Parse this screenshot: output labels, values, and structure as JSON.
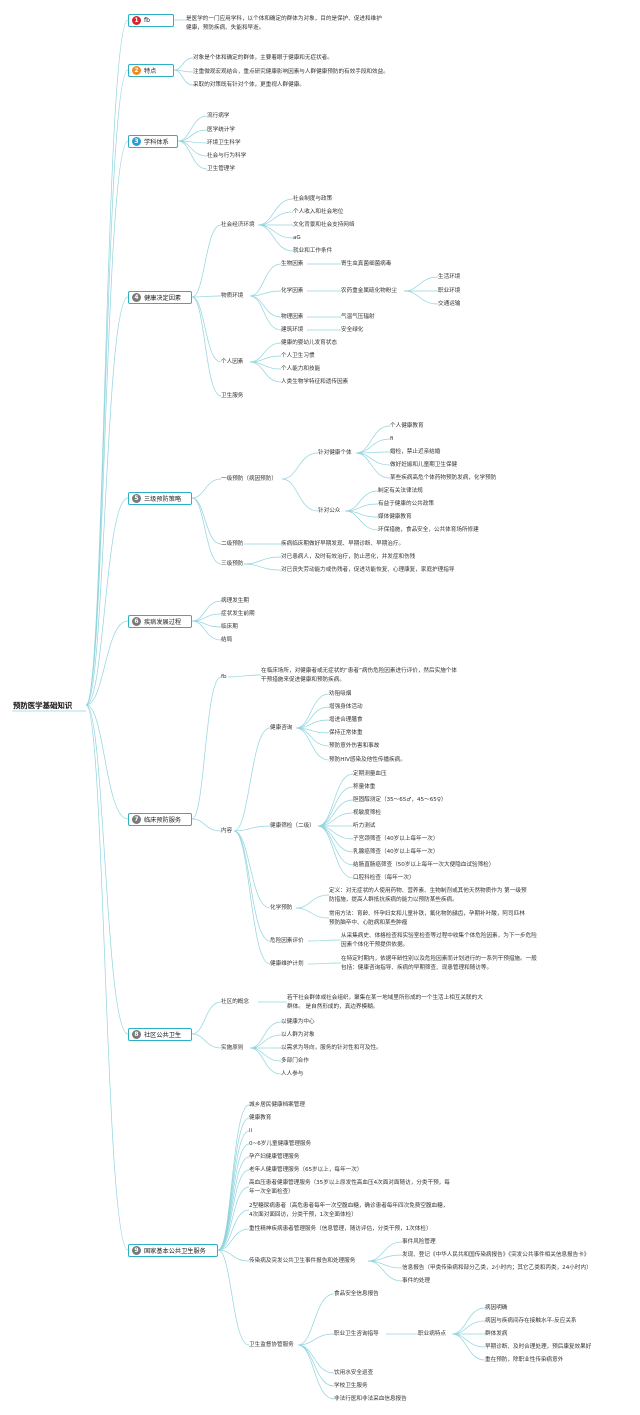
{
  "title": "预防医学基础知识",
  "colors": {
    "accent": "#2bb0c4",
    "line": "#8fd4de",
    "badge_red": "#d9262e",
    "badge_orange": "#f08a24",
    "badge_blue": "#2a9fd6",
    "badge_gray": "#7a7a7a"
  },
  "sections": {
    "s1": {
      "num": "1",
      "label": "fb",
      "text1": "是医学的一门应用学科，以个体和确定的群体为对象，目的是保护、促进和维护",
      "text2": "健康，预防疾病、失能和早逝。"
    },
    "s2": {
      "num": "2",
      "label": "特点",
      "items": [
        "对象是个体和确定的群体，主要着眼于健康和无症状者。",
        "注重微观宏观结合，重点研究健康影响因素与人群健康预防的有效手段和效益。",
        "采取的对策既有针对个体，更重视人群健康。"
      ]
    },
    "s3": {
      "num": "3",
      "label": "学科体系",
      "items": [
        "流行病学",
        "医学统计学",
        "环境卫生科学",
        "社会与行为科学",
        "卫生管理学"
      ]
    },
    "s4": {
      "num": "4",
      "label": "健康决定因素",
      "socio": {
        "label": "社会经济环境",
        "items": [
          "社会制度与政策",
          "个人收入和社会地位",
          "文化背景和社会支持网络",
          "aG",
          "就业和工作条件"
        ]
      },
      "phys": {
        "label": "物质环境",
        "bio": "生物因素",
        "bio_d": "寄生虫真菌细菌病毒",
        "chem": "化学因素",
        "chem_d": "农药重金属硫化物粉尘",
        "chem_sub": [
          "生活环境",
          "职业环境",
          "交通运输"
        ],
        "physical": "物理因素",
        "physical_d": "气温气压辐射",
        "build": "建筑环境",
        "build_d": "安全绿化"
      },
      "personal": {
        "label": "个人因素",
        "items": [
          "健康的婴幼儿发育状态",
          "个人卫生习惯",
          "个人能力和技能",
          "人类生物学特征和遗传因素"
        ]
      },
      "health_service": "卫生服务"
    },
    "s5": {
      "num": "5",
      "label": "三级预防策略",
      "primary": {
        "label": "一级预防（病因预防）",
        "indiv": {
          "label": "针对健康个体",
          "items": [
            "个人健康教育",
            "fi",
            "婚检，禁止近亲结婚",
            "做好妊娠和儿童期卫生保健",
            "某些疾病高危个体药物预防发病，化学预防"
          ]
        },
        "public": {
          "label": "针对公众",
          "items": [
            "制定有关法律法规",
            "有益于健康的公共政策",
            "媒体健康教育",
            "环保措施，食品安全，公共体育场所修建"
          ]
        }
      },
      "secondary": {
        "label": "二级预防",
        "text": "疾病临床期做好早期发现、早期诊断、早期治疗。"
      },
      "tertiary": {
        "label": "三级预防",
        "items": [
          "对已患病人，及时有效治疗，防止恶化，并发症和伤残",
          "对已丧失劳动能力或伤残者，促进功能恢复、心理康复，家庭护理指导"
        ]
      }
    },
    "s6": {
      "num": "6",
      "label": "疾病发展过程",
      "items": [
        "病理发生期",
        "症状发生前期",
        "临床期",
        "结局"
      ]
    },
    "s7": {
      "num": "7",
      "label": "临床预防服务",
      "fb": {
        "label": "fb",
        "text1": "在临床场所，对健康者或无症状的“患者”病伤危险因素进行评价，然后实施个体",
        "text2": "干预措施来促进健康和预防疾病。"
      },
      "content": {
        "label": "内容",
        "consult": {
          "label": "健康咨询",
          "items": [
            "劝阻吸烟",
            "增强身体活动",
            "增进合理膳食",
            "保持正常体重",
            "预防意外伤害和事故",
            "预防HIV感染及他性传播疾病。"
          ]
        },
        "exam": {
          "label": "健康筛检（二级）",
          "items": [
            "定期测量血压",
            "称量体重",
            "胆固醇测定（35～65♂，45～65♀）",
            "视敏度筛检",
            "听力测试",
            "子宫颈筛查（40岁以上每年一次）",
            "乳腺癌筛查（40岁以上每年一次）",
            "结肠直肠癌筛查（50岁以上每年一次大便隐血试验筛检）",
            "口腔科检查（每年一次）"
          ]
        },
        "chemo": {
          "label": "化学预防",
          "def1": "定义：对无症状的人使用药物、营养素、生物制剂或其他天然物质作为 第一级预",
          "def2": "防措施，提高人群抵抗疾病的能力以预防某些疾病。",
          "use1": "常用方法：育龄、怀孕妇女和儿童补铁，氟化物防龋齿，孕期补叶酸，阿司匹林",
          "use2": "预防脑卒中、心脏病和某些肿瘤"
        },
        "risk": {
          "label": "危险因素评价",
          "t1": "从采集病史、体格检查和实验室检查等过程中收集个体危险因素，为下一步危险",
          "t2": "因素个体化干预提供依据。"
        },
        "plan": {
          "label": "健康维护计划",
          "t1": "在特定时期内，依据年龄性别以及危险因素而计划进行的一系列干预措施。一般",
          "t2": "包括：健康咨询指导、疾病的早期筛查、现患管理和随访等。"
        }
      }
    },
    "s8": {
      "num": "8",
      "label": "社区公共卫生",
      "concept": {
        "label": "社区的概念",
        "t1": "若干社会群体或社会组织，聚集在某一地域里所形成的一个生活上相互关联的大",
        "t2": "群体。 是自然形成的，真边界模糊。"
      },
      "principles": {
        "label": "实施原则",
        "items": [
          "以健康为中心",
          "以人群为对象",
          "以需求为导向，服务的针对性和可及性。",
          "多部门合作",
          "人人参与"
        ]
      }
    },
    "s9": {
      "num": "9",
      "label": "国家基本公共卫生服务",
      "items": [
        "城乡居民健康档案管理",
        "健康教育",
        "li",
        "0~6岁儿童健康管理服务",
        "孕产妇健康管理服务",
        "老年人健康管理服务（65岁以上，每年一次）"
      ],
      "hyper1": "高血压患者健康管理服务（35岁以上原发性高血压4次面对面随访，分类干预，每",
      "hyper2": "年一次全面检查）",
      "diab1": "2型糖尿病患者（高危患者每年一次空腹血糖，确诊患者每年四次免费空腹血糖，",
      "diab2": "4次面对面回访，分类干预，1次全面体检）",
      "mental": "重性精神疾病患者管理服务（信息管理，随访评估，分类干预，1次体检）",
      "infect": {
        "label": "传染病及突发公共卫生事件报告和处理服务",
        "items": [
          "事件风险管理",
          "发现、登记《中华人民共和国传染病报告》《突发公共事件相关信息报告卡》",
          "信息报告（甲类传染病和部分乙类，2小时内；其它乙类和丙类，24小时内）",
          "事件的处理"
        ]
      },
      "supervise": {
        "label": "卫生监督协管服务",
        "food": "食品安全信息报告",
        "occ": {
          "label": "职业卫生咨询指导",
          "sub": "职业病特点",
          "items": [
            "病因明确",
            "病因与疾病间存在接触水平-反应关系",
            "群体发病",
            "早期诊断、及时合理处理，预后康复效果好",
            "重在预防，除职业性传染病意外"
          ]
        },
        "rest": [
          "饮用水安全巡查",
          "学校卫生服务",
          "非法行医和非法采血信息报告"
        ]
      }
    }
  }
}
